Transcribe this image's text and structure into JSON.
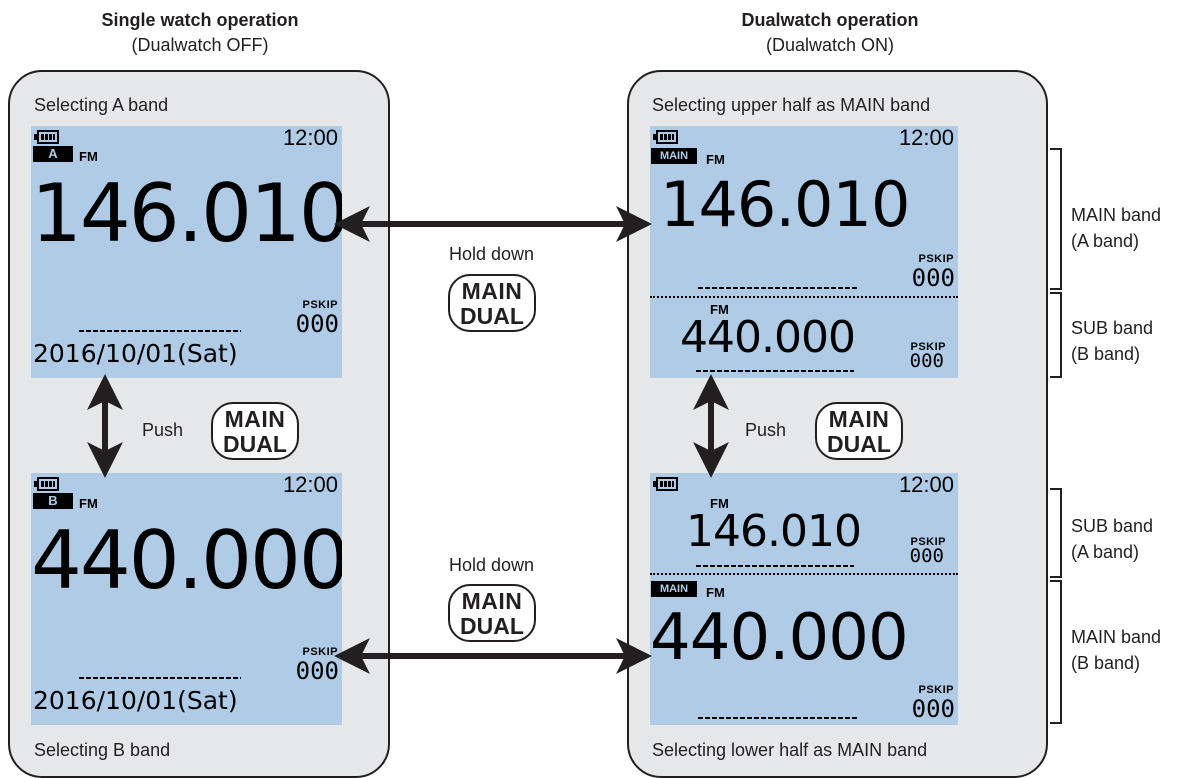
{
  "left": {
    "heading": "Single watch operation",
    "subheading": "(Dualwatch OFF)",
    "top_caption": "Selecting A band",
    "bottom_caption": "Selecting B band",
    "screen_a": {
      "time": "12:00",
      "band": "A",
      "mode": "FM",
      "frequency": "146.010",
      "pskip": "PSKIP",
      "pskip_num": "000",
      "date": "2016/10/01(Sat)"
    },
    "screen_b": {
      "time": "12:00",
      "band": "B",
      "mode": "FM",
      "frequency": "440.000",
      "pskip": "PSKIP",
      "pskip_num": "000",
      "date": "2016/10/01(Sat)"
    },
    "push_label": "Push"
  },
  "right": {
    "heading": "Dualwatch operation",
    "subheading": "(Dualwatch ON)",
    "top_caption": "Selecting upper half as MAIN band",
    "bottom_caption": "Selecting lower half as MAIN band",
    "screen_upper": {
      "time": "12:00",
      "main_badge": "MAIN",
      "main_mode": "FM",
      "main_frequency": "146.010",
      "main_pskip": "PSKIP",
      "main_pskip_num": "000",
      "sub_mode": "FM",
      "sub_frequency": "440.000",
      "sub_pskip": "PSKIP",
      "sub_pskip_num": "000"
    },
    "screen_lower": {
      "time": "12:00",
      "sub_mode": "FM",
      "sub_frequency": "146.010",
      "sub_pskip": "PSKIP",
      "sub_pskip_num": "000",
      "main_badge": "MAIN",
      "main_mode": "FM",
      "main_frequency": "440.000",
      "main_pskip": "PSKIP",
      "main_pskip_num": "000"
    },
    "push_label": "Push",
    "brackets": [
      {
        "line1": "MAIN band",
        "line2": "(A band)"
      },
      {
        "line1": "SUB band",
        "line2": "(B band)"
      },
      {
        "line1": "SUB band",
        "line2": "(A band)"
      },
      {
        "line1": "MAIN band",
        "line2": "(B band)"
      }
    ]
  },
  "center": {
    "hold_down_top": "Hold down",
    "hold_down_bottom": "Hold down"
  },
  "key": {
    "line1": "MAIN",
    "line2": "DUAL"
  }
}
